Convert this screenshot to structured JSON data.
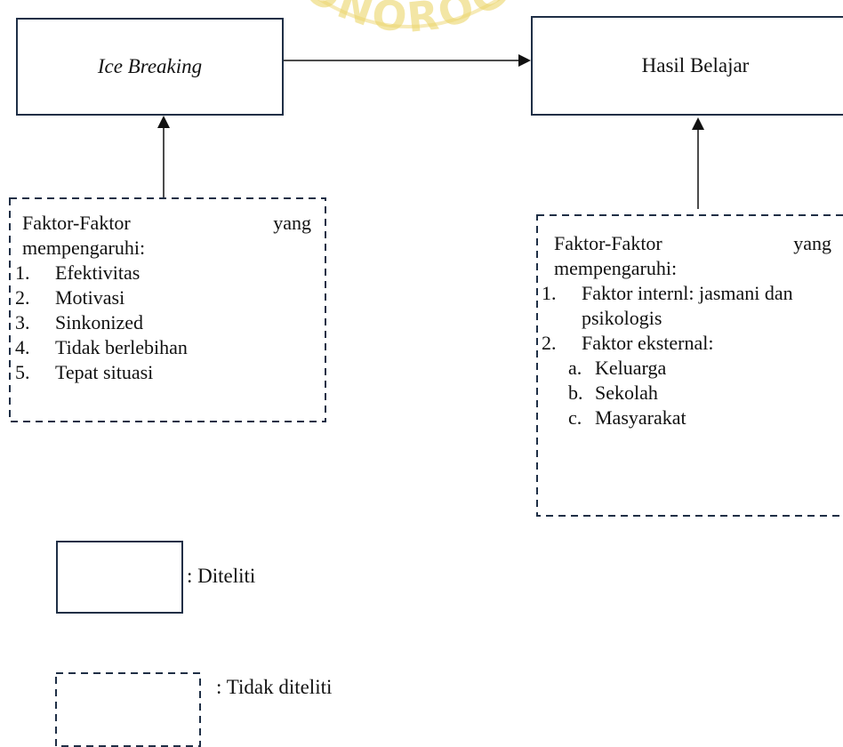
{
  "watermark": {
    "text": "PONOROGO"
  },
  "nodes": {
    "ice_breaking": {
      "label": "Ice Breaking"
    },
    "hasil_belajar": {
      "label": "Hasil Belajar"
    }
  },
  "factors_ice": {
    "intro_left": "Faktor-Faktor",
    "intro_right": "yang",
    "intro_second": "mempengaruhi:",
    "items": [
      {
        "num": "1.",
        "text": "Efektivitas"
      },
      {
        "num": "2.",
        "text": "Motivasi"
      },
      {
        "num": "3.",
        "text": "Sinkonized"
      },
      {
        "num": "4.",
        "text": "Tidak berlebihan"
      },
      {
        "num": "5.",
        "text": "Tepat situasi"
      }
    ]
  },
  "factors_hasil": {
    "intro_left": "Faktor-Faktor",
    "intro_right": "yang",
    "intro_second": "mempengaruhi:",
    "items": [
      {
        "num": "1.",
        "text": "Faktor internl: jasmani dan psikologis"
      },
      {
        "num": "2.",
        "text": "Faktor eksternal:"
      }
    ],
    "sub_items": [
      {
        "num": "a.",
        "text": "Keluarga"
      },
      {
        "num": "b.",
        "text": "Sekolah"
      },
      {
        "num": "c.",
        "text": "Masyarakat"
      }
    ]
  },
  "legend": {
    "solid_label": ": Diteliti",
    "dashed_label": ": Tidak diteliti"
  },
  "colors": {
    "box_border": "#1f2f46",
    "text": "#111111",
    "watermark": "#e3c21a"
  }
}
